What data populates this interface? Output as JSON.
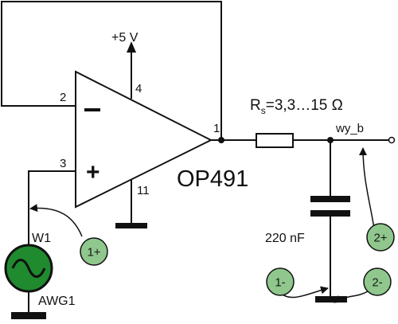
{
  "diagram": {
    "supply_label": "+5 V",
    "pin_2": "2",
    "pin_3": "3",
    "pin_4": "4",
    "pin_11": "11",
    "pin_1": "1",
    "minus_sign": "−",
    "plus_sign": "+",
    "chip_name": "OP491",
    "rs_main": "R",
    "rs_sub": "s",
    "rs_value": "=3,3…15 Ω",
    "output_label": "wy_b",
    "capacitor_label": "220 nF",
    "probe_w1": "W1",
    "generator_label": "AWG1",
    "badges": {
      "b1plus": "1+",
      "b2plus": "2+",
      "b1minus": "1-",
      "b2minus": "2-"
    }
  },
  "colors": {
    "wire": "#111111",
    "badge_fill": "#8fc78d",
    "generator_fill": "#1f8a2e"
  }
}
